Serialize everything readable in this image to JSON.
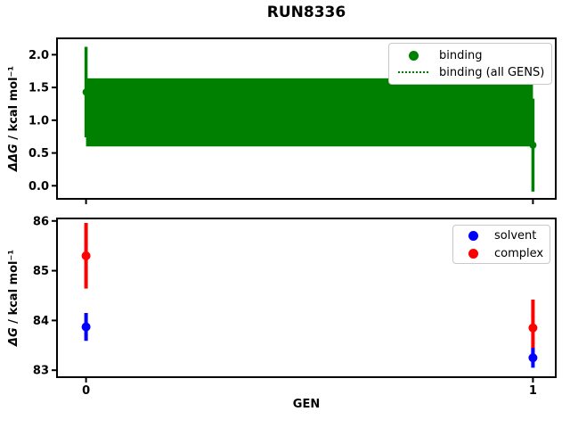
{
  "figure": {
    "title": "RUN8336"
  },
  "chart_data": [
    {
      "type": "scatter",
      "title": "RUN8336",
      "ylabel": "ΔΔG / kcal mol⁻¹",
      "ylabel_math": "ΔΔG",
      "ylabel_unit": " / kcal mol⁻¹",
      "xlabel": "",
      "xlim": [
        -0.065,
        1.051
      ],
      "ylim": [
        -0.2,
        2.25
      ],
      "grid": false,
      "xticks": {
        "values": [
          0,
          1
        ],
        "labels": [
          "",
          ""
        ]
      },
      "yticks": {
        "values": [
          0.0,
          0.5,
          1.0,
          1.5,
          2.0
        ],
        "labels": [
          "0.0",
          "0.5",
          "1.0",
          "1.5",
          "2.0"
        ]
      },
      "band": {
        "label": "binding (all GENS)",
        "x0": 0,
        "x1": 1,
        "ylow": 0.6,
        "yhigh": 1.64,
        "color": "#008000",
        "linestyle": "dotted"
      },
      "series": [
        {
          "name": "binding",
          "color": "#008000",
          "marker": "circle",
          "x": [
            0,
            1
          ],
          "y": [
            1.43,
            0.62
          ],
          "yerr": [
            0.69,
            0.71
          ]
        }
      ],
      "legend": {
        "loc": "upper right",
        "entries": [
          {
            "label": "binding",
            "handle": "dot",
            "color": "#008000"
          },
          {
            "label": "binding (all GENS)",
            "handle": "dotted-line",
            "color": "#008000"
          }
        ]
      }
    },
    {
      "type": "scatter",
      "ylabel": "ΔG / kcal mol⁻¹",
      "ylabel_math": "ΔG",
      "ylabel_unit": " / kcal mol⁻¹",
      "xlabel": "GEN",
      "xlim": [
        -0.065,
        1.051
      ],
      "ylim": [
        82.86,
        86.05
      ],
      "grid": false,
      "xticks": {
        "values": [
          0,
          1
        ],
        "labels": [
          "0",
          "1"
        ]
      },
      "yticks": {
        "values": [
          83,
          84,
          85,
          86
        ],
        "labels": [
          "83",
          "84",
          "85",
          "86"
        ]
      },
      "series": [
        {
          "name": "complex",
          "color": "#ff0000",
          "marker": "circle",
          "x": [
            0,
            1
          ],
          "y": [
            85.3,
            83.85
          ],
          "yerr": [
            0.66,
            0.57
          ]
        },
        {
          "name": "solvent",
          "color": "#0000ff",
          "marker": "circle",
          "x": [
            0,
            1
          ],
          "y": [
            83.87,
            83.25
          ],
          "yerr": [
            0.28,
            0.2
          ]
        }
      ],
      "legend": {
        "loc": "upper right",
        "entries": [
          {
            "label": "solvent",
            "handle": "dot",
            "color": "#0000ff"
          },
          {
            "label": "complex",
            "handle": "dot",
            "color": "#ff0000"
          }
        ]
      }
    }
  ]
}
